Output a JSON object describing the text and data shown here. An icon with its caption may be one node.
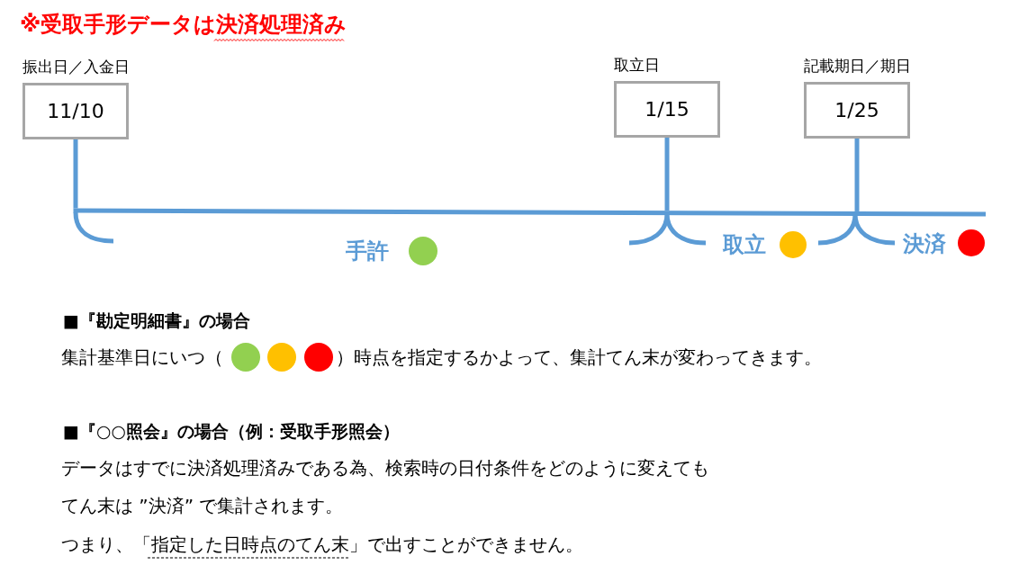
{
  "diagram": {
    "title": "※受取手形データは決済処理済み",
    "nodes": [
      {
        "text": [
          "振出日／入金日",
          "11/10"
        ]
      },
      {
        "text": [
          "取立日",
          "1/15"
        ]
      },
      {
        "text": [
          "記載期日／期日",
          "1/25"
        ]
      },
      {
        "text": [],
        "shape": "line"
      }
    ],
    "edges": [
      {
        "from": 0,
        "to": 3,
        "arrow": "none"
      },
      {
        "from": 1,
        "to": 3,
        "arrow": "none"
      },
      {
        "from": 2,
        "to": 3,
        "arrow": "none"
      }
    ],
    "labels": [
      "手許",
      "取立",
      "決済",
      "■『勘定明細書』の場合",
      "集計基準日にいつ（",
      "）時点を指定するかよって、集計てん末が変わってきます。",
      "■『○○照会』の場合（例：受取手形照会）",
      "データはすでに決済処理済みである為、検索時の日付条件をどのように変えても",
      "てん末は ”決済” で集計されます。",
      "つまり、「指定した日時点のてん末」で出すことができません。"
    ]
  }
}
